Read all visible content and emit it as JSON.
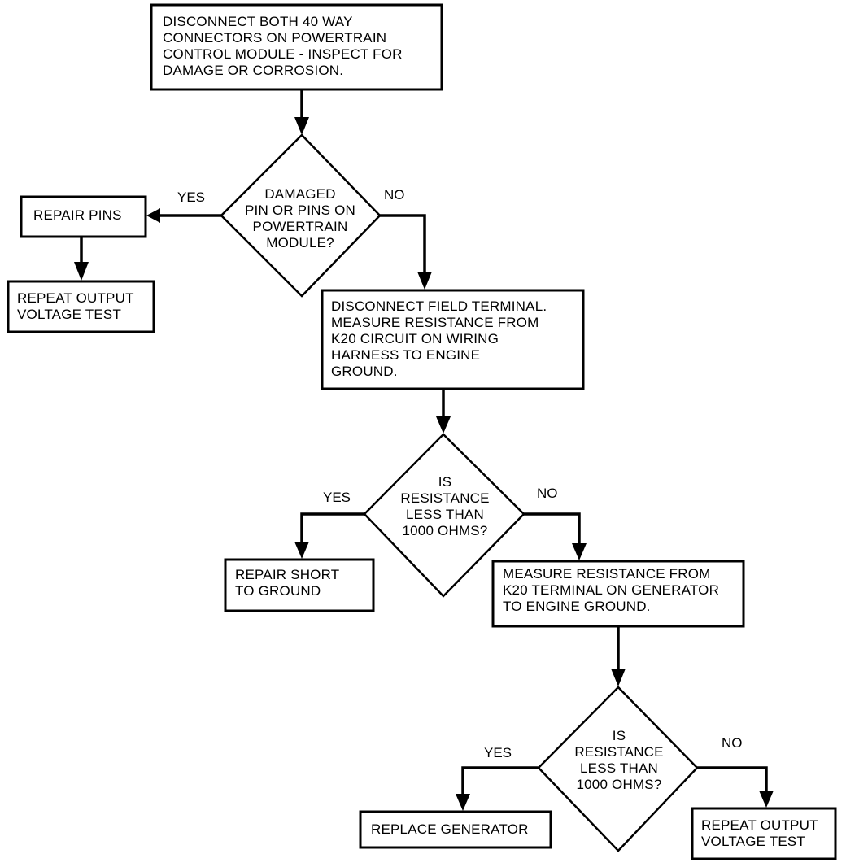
{
  "diagram": {
    "boxes": {
      "disconnect_connectors": [
        "DISCONNECT BOTH 40 WAY",
        "CONNECTORS ON POWERTRAIN",
        "CONTROL MODULE - INSPECT FOR",
        "DAMAGE OR CORROSION."
      ],
      "repair_pins": [
        "REPAIR PINS"
      ],
      "repeat_output_1": [
        "REPEAT OUTPUT",
        "VOLTAGE TEST"
      ],
      "disconnect_field": [
        "DISCONNECT FIELD TERMINAL.",
        "MEASURE RESISTANCE FROM",
        "K20 CIRCUIT ON WIRING",
        "HARNESS TO ENGINE",
        "GROUND."
      ],
      "repair_short": [
        "REPAIR SHORT",
        "TO GROUND"
      ],
      "measure_generator": [
        "MEASURE RESISTANCE FROM",
        "K20 TERMINAL ON GENERATOR",
        "TO ENGINE GROUND."
      ],
      "replace_generator": [
        "REPLACE GENERATOR"
      ],
      "repeat_output_2": [
        "REPEAT OUTPUT",
        "VOLTAGE TEST"
      ]
    },
    "decisions": {
      "damaged_pins": [
        "DAMAGED",
        "PIN OR PINS ON",
        "POWERTRAIN",
        "MODULE?"
      ],
      "resistance_1": [
        "IS",
        "RESISTANCE",
        "LESS THAN",
        "1000 OHMS?"
      ],
      "resistance_2": [
        "IS",
        "RESISTANCE",
        "LESS THAN",
        "1000 OHMS?"
      ]
    },
    "labels": {
      "yes": "YES",
      "no": "NO"
    }
  }
}
